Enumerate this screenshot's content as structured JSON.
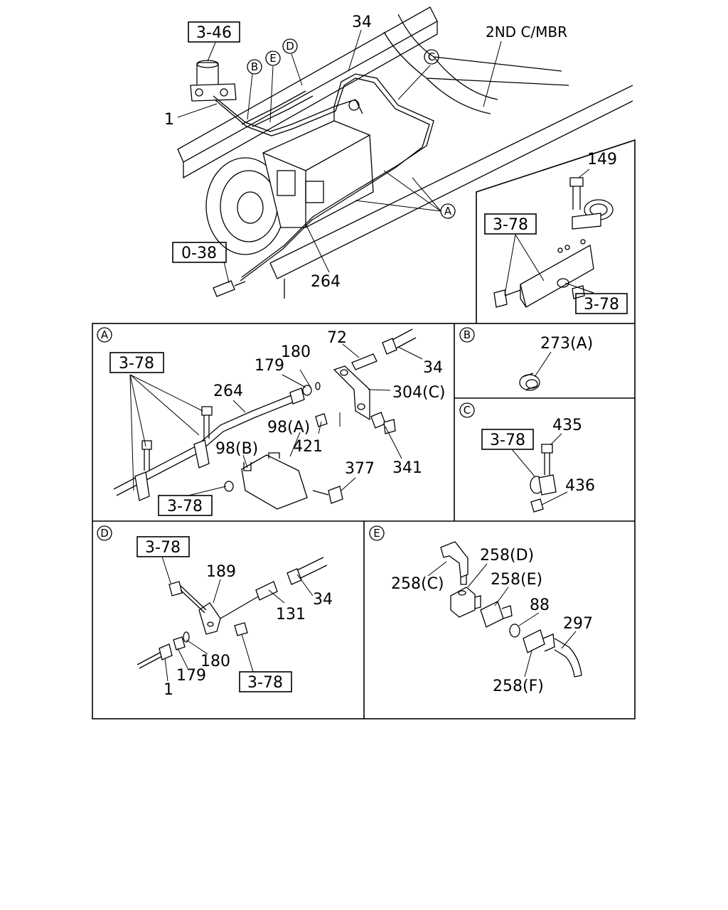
{
  "main_view": {
    "title": "2ND C/MBR",
    "refs": [
      "3-46",
      "0-38",
      "3-78",
      "3-78"
    ],
    "parts": [
      "34",
      "1",
      "264",
      "149"
    ],
    "callouts": [
      "B",
      "E",
      "D",
      "C",
      "A"
    ]
  },
  "panel_a": {
    "id": "A",
    "refs": [
      "3-78",
      "3-78"
    ],
    "parts": [
      "72",
      "180",
      "179",
      "34",
      "304(C)",
      "264",
      "98(A)",
      "421",
      "98(B)",
      "377",
      "341"
    ]
  },
  "panel_b": {
    "id": "B",
    "parts": [
      "273(A)"
    ]
  },
  "panel_c": {
    "id": "C",
    "refs": [
      "3-78"
    ],
    "parts": [
      "435",
      "436"
    ]
  },
  "panel_d": {
    "id": "D",
    "refs": [
      "3-78",
      "3-78"
    ],
    "parts": [
      "189",
      "131",
      "34",
      "180",
      "179",
      "1"
    ]
  },
  "panel_e": {
    "id": "E",
    "parts": [
      "258(D)",
      "258(C)",
      "258(E)",
      "88",
      "297",
      "258(F)"
    ]
  }
}
